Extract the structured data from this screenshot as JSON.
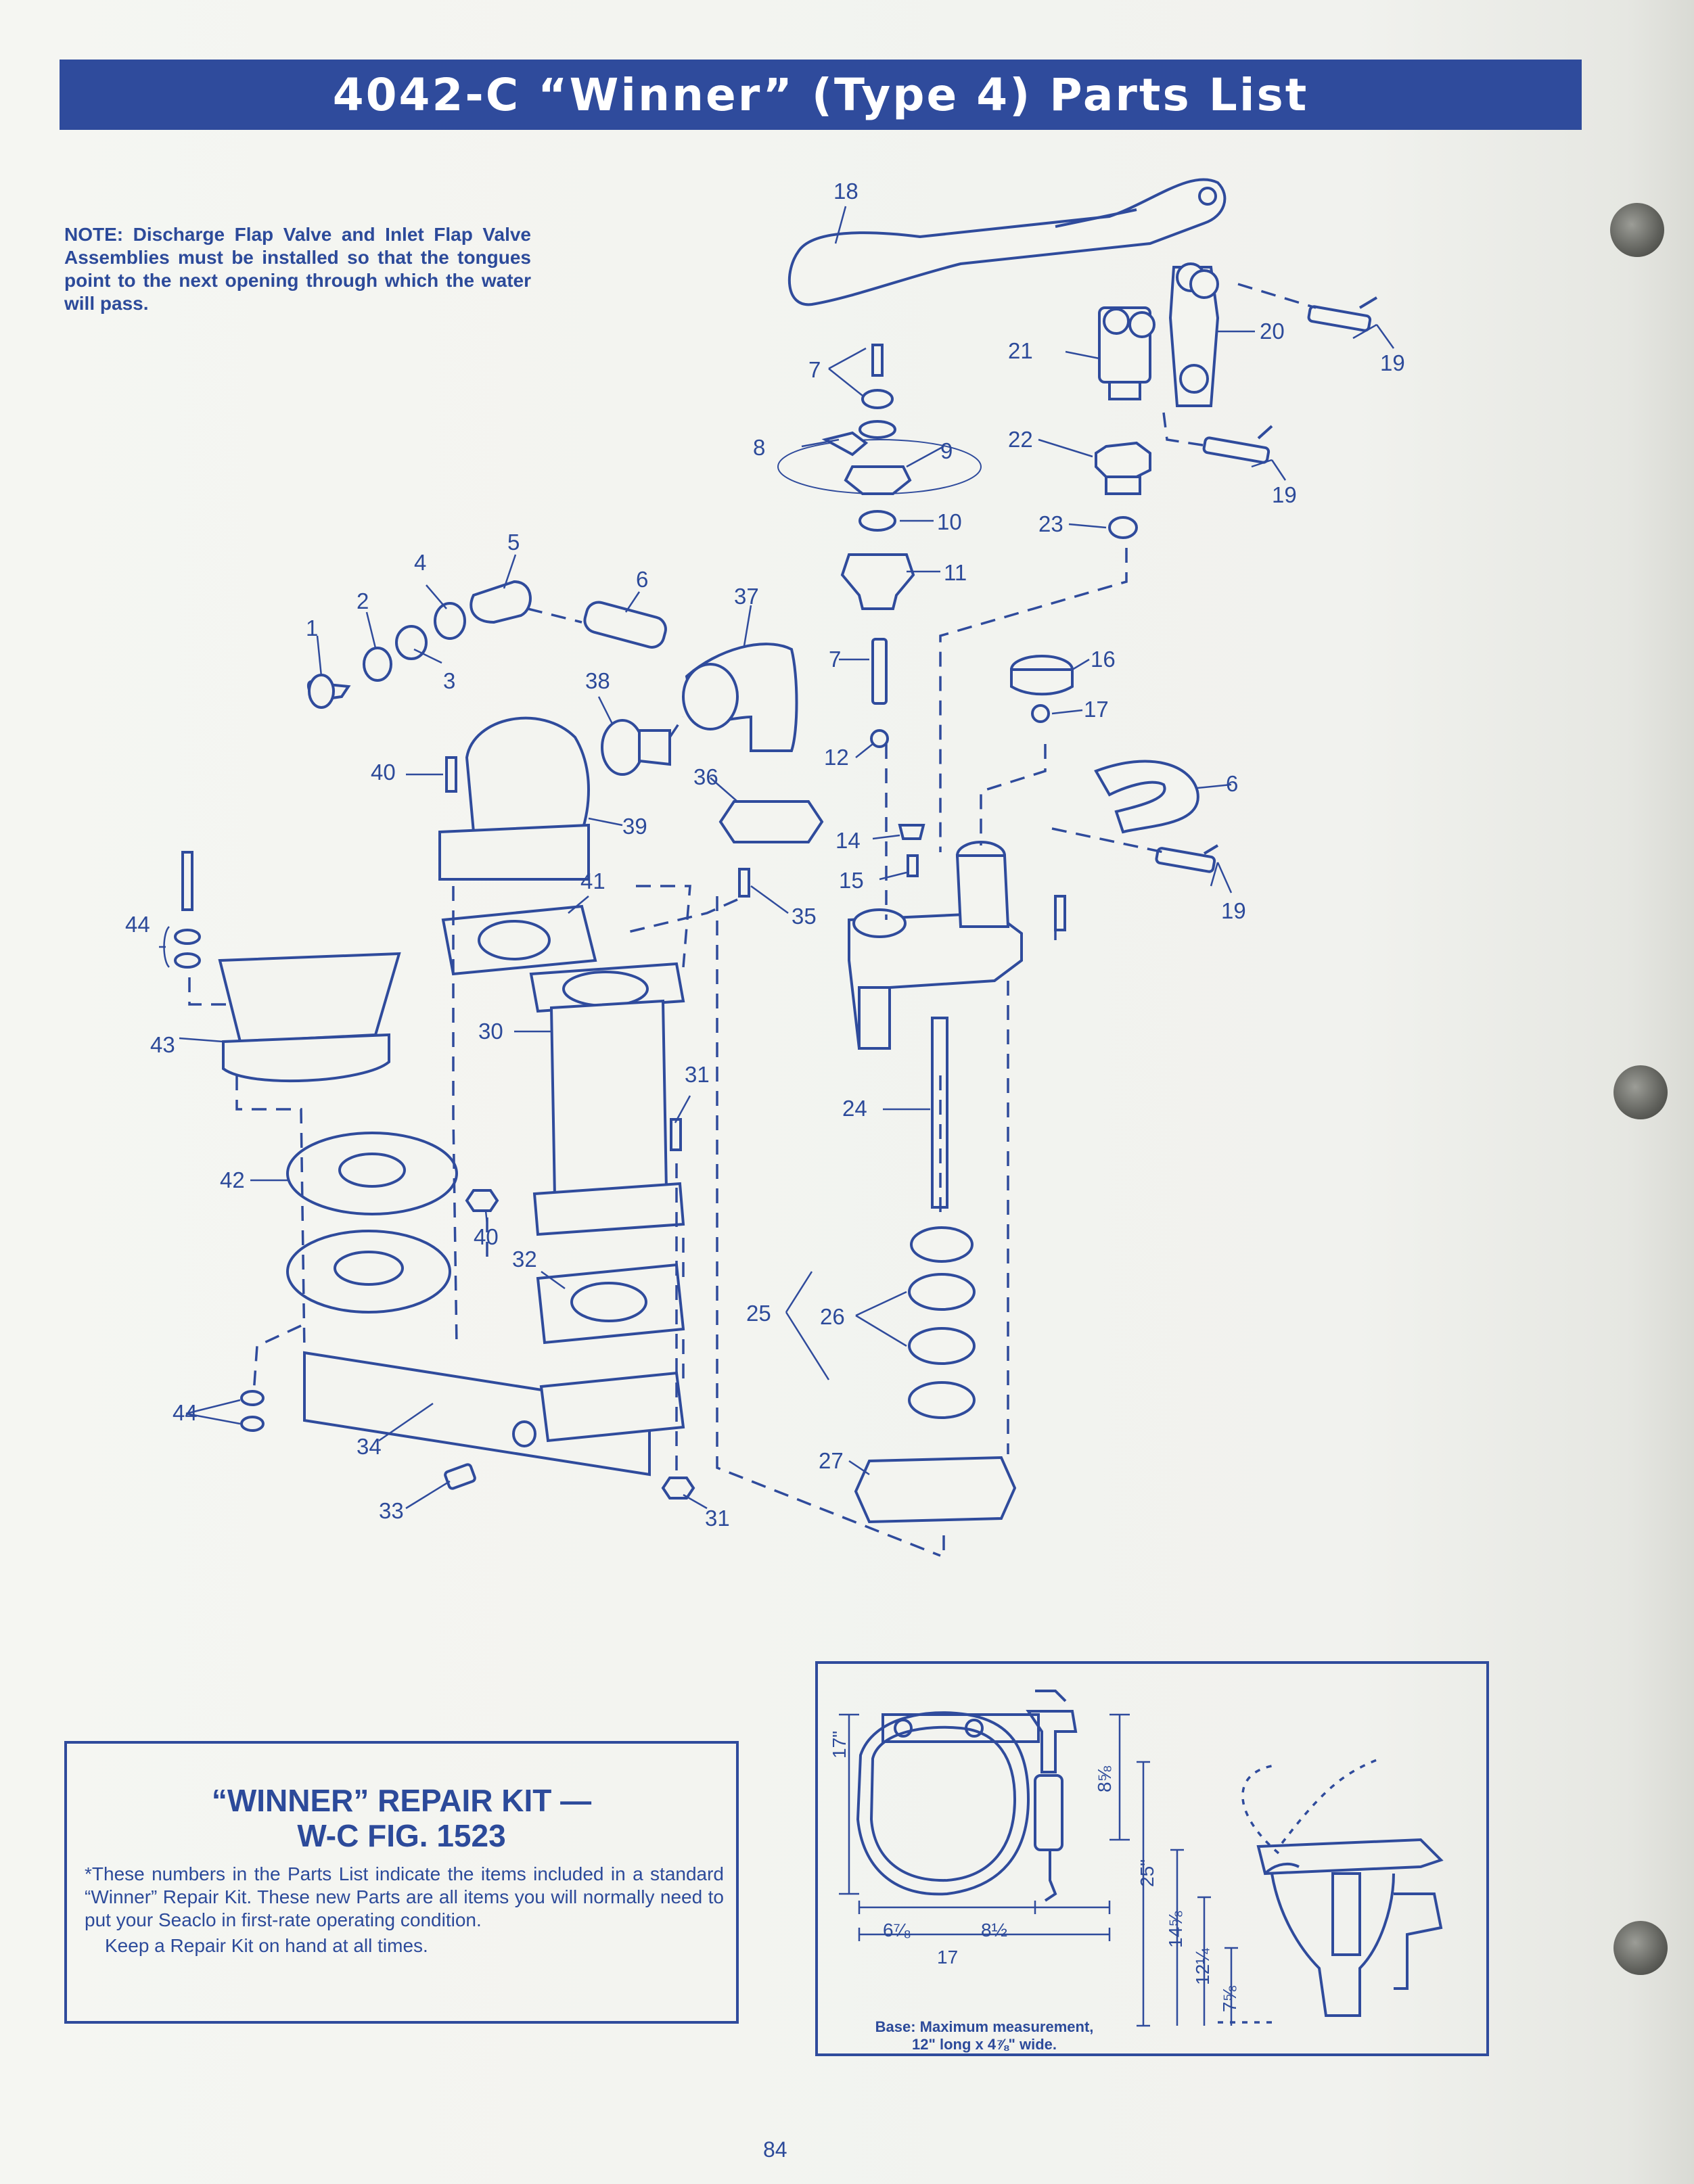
{
  "header": {
    "title": "4042-C “Winner” (Type 4) Parts List"
  },
  "note": {
    "label": "NOTE:",
    "text": "Discharge Flap Valve and Inlet Flap Valve Assemblies must be installed so that the tongues point to the next opening through which the water will pass."
  },
  "callouts": [
    "1",
    "2",
    "3",
    "4",
    "5",
    "6",
    "37",
    "38",
    "40",
    "39",
    "36",
    "35",
    "41",
    "44",
    "43",
    "30",
    "31",
    "42",
    "40",
    "32",
    "34",
    "33",
    "31",
    "44",
    "18",
    "7",
    "8",
    "9",
    "10",
    "11",
    "7",
    "12",
    "21",
    "20",
    "19",
    "22",
    "19",
    "23",
    "16",
    "17",
    "6",
    "14",
    "15",
    "19",
    "24",
    "25",
    "26",
    "27"
  ],
  "repair_kit": {
    "title_line1": "“WINNER” REPAIR KIT —",
    "title_line2": "W-C FIG. 1523",
    "body": "*These numbers in the Parts List indicate the items included in a standard “Winner” Repair Kit. These new Parts are all items you will normally need to put your Seaclo in first-rate operating condition.",
    "reminder": "Keep a Repair Kit on hand at all times."
  },
  "dimensions": {
    "width_left": "6⁷⁄₈",
    "width_right": "8½",
    "overall_width": "17",
    "height_lid": "17ʺ",
    "height_pump": "8⅝",
    "height_overall": "25ʺ",
    "height_2": "14⅝",
    "height_3": "12¼",
    "height_4": "7⅝"
  },
  "base_caption": {
    "line1": "Base: Maximum measurement,",
    "line2": "12ʺ long x 4⅞ʺ wide."
  },
  "footer": {
    "page_number": "84"
  },
  "colors": {
    "ink": "#2f4b9c",
    "paper": "#f3f4f0",
    "title_text": "#ffffff"
  }
}
